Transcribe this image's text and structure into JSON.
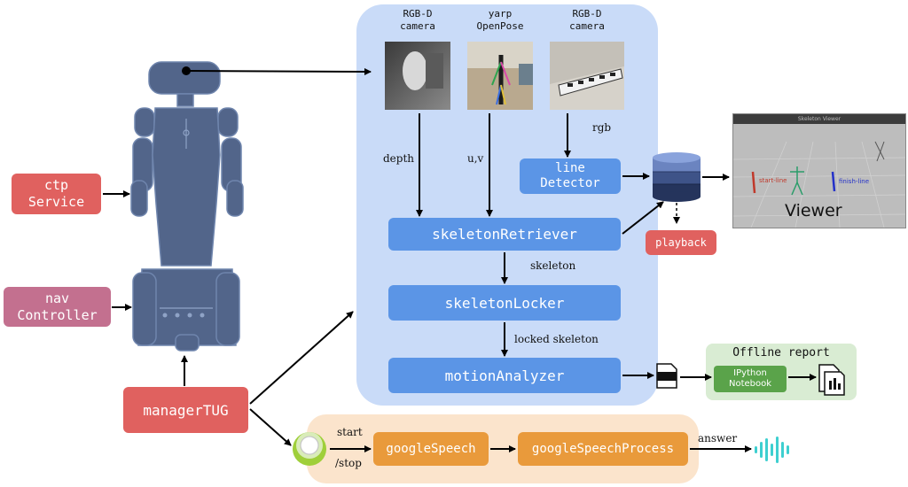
{
  "cameras": [
    {
      "label": "RGB-D\ncamera"
    },
    {
      "label": "yarp\nOpenPose"
    },
    {
      "label": "RGB-D\ncamera"
    }
  ],
  "edges": {
    "depth": "depth",
    "uv": "u,v",
    "rgb": "rgb",
    "skeleton": "skeleton",
    "locked_skeleton": "locked skeleton",
    "start": "start",
    "stop": "/stop",
    "answer": "answer"
  },
  "nodes": {
    "ctp_service": "ctp\nService",
    "nav_controller": "nav\nController",
    "manager_tug": "managerTUG",
    "line_detector": "line\nDetector",
    "skeleton_retriever": "skeletonRetriever",
    "skeleton_locker": "skeletonLocker",
    "motion_analyzer": "motionAnalyzer",
    "playback": "playback",
    "google_speech": "googleSpeech",
    "google_speech_process": "googleSpeechProcess",
    "ipython_notebook": "IPython\nNotebook"
  },
  "offline_report": {
    "title": "Offline report"
  },
  "viewer": {
    "window_title": "Skeleton Viewer",
    "label": "Viewer",
    "start_line": "start-line",
    "finish_line": "finish-line"
  },
  "colors": {
    "panel_blue": "#c9dbf8",
    "module_blue": "#5b95e6",
    "service_red": "#e0615f",
    "controller_pink": "#c3708f",
    "speech_orange": "#e99a3b",
    "report_green": "#d9ecd3",
    "robot_slate": "#52658a"
  }
}
